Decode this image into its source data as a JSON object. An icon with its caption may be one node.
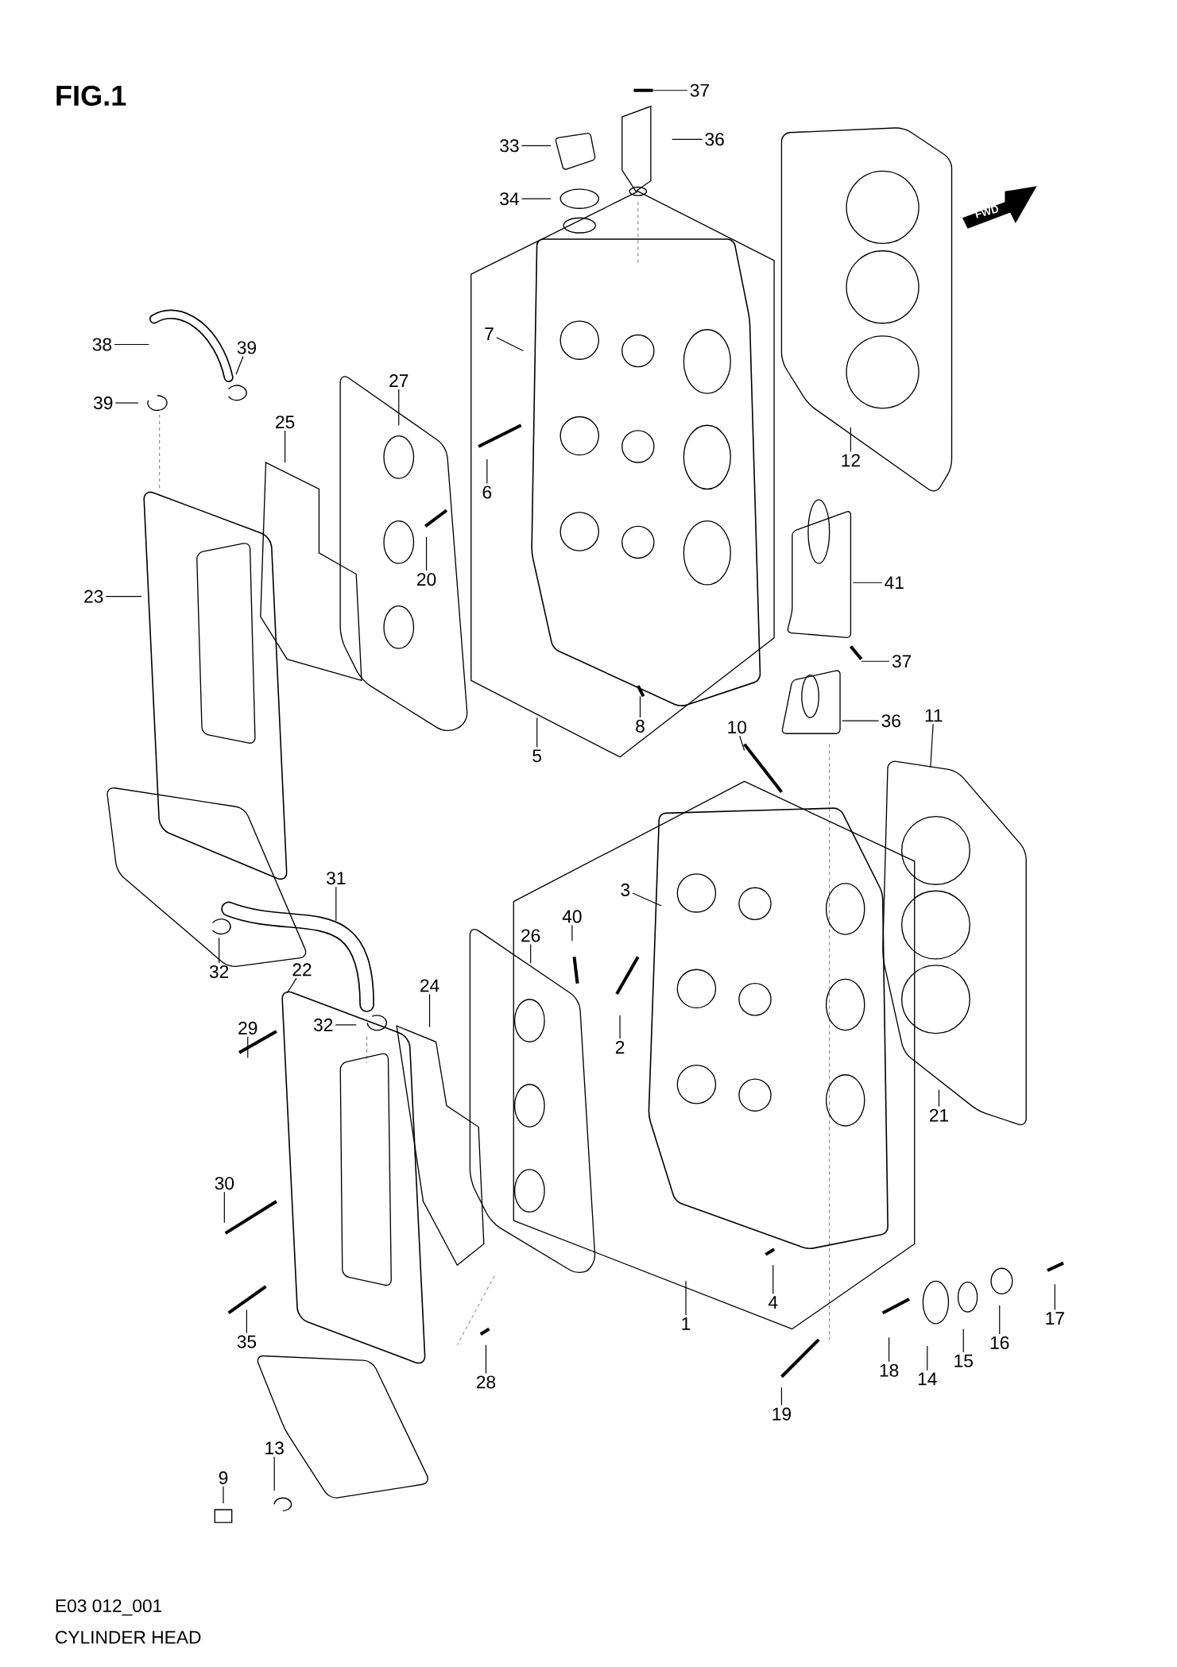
{
  "diagram": {
    "title": "FIG.1",
    "caption": "CYLINDER HEAD",
    "nodes": [
      {
        "text": [
          "37"
        ]
      },
      {
        "text": [
          "36"
        ]
      },
      {
        "text": [
          "33"
        ]
      },
      {
        "text": [
          "34"
        ]
      },
      {
        "text": [
          "7"
        ]
      },
      {
        "text": [
          "38"
        ]
      },
      {
        "text": [
          "39"
        ]
      },
      {
        "text": [
          "27"
        ]
      },
      {
        "text": [
          "39"
        ]
      },
      {
        "text": [
          "25"
        ]
      },
      {
        "text": [
          "12"
        ]
      },
      {
        "text": [
          "6"
        ]
      },
      {
        "text": [
          "20"
        ]
      },
      {
        "text": [
          "41"
        ]
      },
      {
        "text": [
          "23"
        ]
      },
      {
        "text": [
          "37"
        ]
      },
      {
        "text": [
          "36"
        ]
      },
      {
        "text": [
          "11"
        ]
      },
      {
        "text": [
          "10"
        ]
      },
      {
        "text": [
          "8"
        ]
      },
      {
        "text": [
          "5"
        ]
      },
      {
        "text": [
          "3"
        ]
      },
      {
        "text": [
          "31"
        ]
      },
      {
        "text": [
          "40"
        ]
      },
      {
        "text": [
          "26"
        ]
      },
      {
        "text": [
          "32"
        ]
      },
      {
        "text": [
          "22"
        ]
      },
      {
        "text": [
          "24"
        ]
      },
      {
        "text": [
          "32"
        ]
      },
      {
        "text": [
          "29"
        ]
      },
      {
        "text": [
          "2"
        ]
      },
      {
        "text": [
          "21"
        ]
      },
      {
        "text": [
          "30"
        ]
      },
      {
        "text": [
          "1"
        ]
      },
      {
        "text": [
          "4"
        ]
      },
      {
        "text": [
          "17"
        ]
      },
      {
        "text": [
          "35"
        ]
      },
      {
        "text": [
          "16"
        ]
      },
      {
        "text": [
          "15"
        ]
      },
      {
        "text": [
          "14"
        ]
      },
      {
        "text": [
          "18"
        ]
      },
      {
        "text": [
          "28"
        ]
      },
      {
        "text": [
          "19"
        ]
      },
      {
        "text": [
          "13"
        ]
      },
      {
        "text": [
          "9"
        ]
      }
    ],
    "edges": [
      {
        "from": 0,
        "to": null,
        "arrow": "none"
      },
      {
        "from": 1,
        "to": null,
        "arrow": "none"
      },
      {
        "from": 2,
        "to": null,
        "arrow": "none"
      },
      {
        "from": 3,
        "to": null,
        "arrow": "none"
      },
      {
        "from": 4,
        "to": null,
        "arrow": "none"
      },
      {
        "from": 5,
        "to": null,
        "arrow": "none"
      },
      {
        "from": 6,
        "to": null,
        "arrow": "none"
      },
      {
        "from": 7,
        "to": null,
        "arrow": "none"
      },
      {
        "from": 8,
        "to": null,
        "arrow": "none"
      },
      {
        "from": 9,
        "to": null,
        "arrow": "none"
      },
      {
        "from": 10,
        "to": null,
        "arrow": "none"
      },
      {
        "from": 11,
        "to": null,
        "arrow": "none"
      },
      {
        "from": 12,
        "to": null,
        "arrow": "none"
      },
      {
        "from": 13,
        "to": null,
        "arrow": "none"
      },
      {
        "from": 14,
        "to": null,
        "arrow": "none"
      },
      {
        "from": 15,
        "to": null,
        "arrow": "none"
      },
      {
        "from": 16,
        "to": null,
        "arrow": "none"
      },
      {
        "from": 17,
        "to": null,
        "arrow": "none"
      },
      {
        "from": 18,
        "to": null,
        "arrow": "none"
      },
      {
        "from": 19,
        "to": null,
        "arrow": "none"
      },
      {
        "from": 20,
        "to": null,
        "arrow": "none"
      },
      {
        "from": 21,
        "to": null,
        "arrow": "none"
      },
      {
        "from": 22,
        "to": null,
        "arrow": "none"
      },
      {
        "from": 23,
        "to": null,
        "arrow": "none"
      },
      {
        "from": 24,
        "to": null,
        "arrow": "none"
      },
      {
        "from": 25,
        "to": null,
        "arrow": "none"
      },
      {
        "from": 26,
        "to": null,
        "arrow": "none"
      },
      {
        "from": 27,
        "to": null,
        "arrow": "none"
      },
      {
        "from": 28,
        "to": null,
        "arrow": "none"
      },
      {
        "from": 29,
        "to": null,
        "arrow": "none"
      },
      {
        "from": 30,
        "to": null,
        "arrow": "none"
      },
      {
        "from": 31,
        "to": null,
        "arrow": "none"
      },
      {
        "from": 32,
        "to": null,
        "arrow": "none"
      },
      {
        "from": 33,
        "to": null,
        "arrow": "none"
      },
      {
        "from": 34,
        "to": null,
        "arrow": "none"
      },
      {
        "from": 35,
        "to": null,
        "arrow": "none"
      },
      {
        "from": 36,
        "to": null,
        "arrow": "none"
      },
      {
        "from": 37,
        "to": null,
        "arrow": "none"
      },
      {
        "from": 38,
        "to": null,
        "arrow": "none"
      },
      {
        "from": 39,
        "to": null,
        "arrow": "none"
      },
      {
        "from": 40,
        "to": null,
        "arrow": "none"
      },
      {
        "from": 41,
        "to": null,
        "arrow": "none"
      },
      {
        "from": 42,
        "to": null,
        "arrow": "none"
      },
      {
        "from": 43,
        "to": null,
        "arrow": "none"
      },
      {
        "from": 44,
        "to": null,
        "arrow": "none"
      }
    ],
    "labels": [
      "FWD",
      "E03 012_001"
    ]
  }
}
